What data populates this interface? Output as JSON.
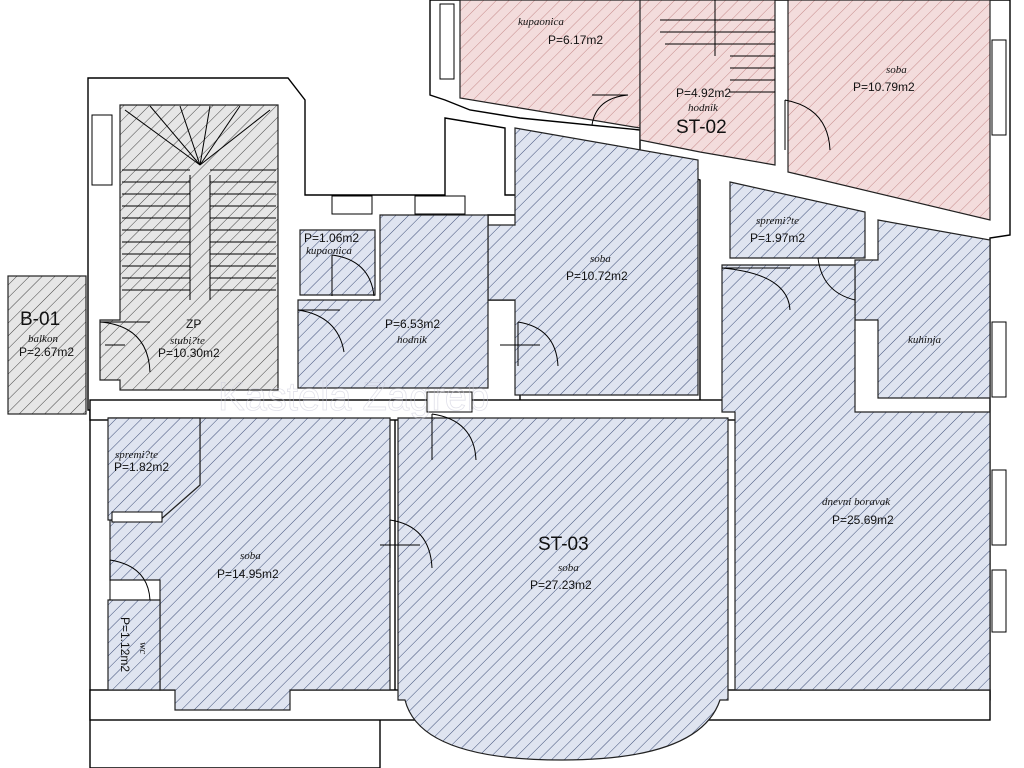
{
  "units": [
    {
      "id": "B-01",
      "label": "B-01"
    },
    {
      "id": "ST-02",
      "label": "ST-02"
    },
    {
      "id": "ST-03",
      "label": "ST-03"
    }
  ],
  "rooms": {
    "kupaonica_top": {
      "name": "kupaonica",
      "area": "P=6.17m2"
    },
    "hodnik_top": {
      "name": "hodnik",
      "area": "P=4.92m2"
    },
    "soba_top_right": {
      "name": "soba",
      "area": "P=10.79m2"
    },
    "balkon": {
      "name": "balkon",
      "area": "P=2.67m2"
    },
    "stubiste": {
      "code": "ZP",
      "name": "stubi?te",
      "area": "P=10.30m2"
    },
    "kupaonica_small": {
      "name": "kupaonica",
      "area": "P=1.06m2"
    },
    "hodnik_mid": {
      "name": "hodnik",
      "area": "P=6.53m2"
    },
    "soba_mid": {
      "name": "soba",
      "area": "P=10.72m2"
    },
    "spremiste_mid": {
      "name": "spremi?te",
      "area": "P=1.97m2"
    },
    "kuhinja": {
      "name": "kuhinja"
    },
    "spremiste_left": {
      "name": "spremi?te",
      "area": "P=1.82m2"
    },
    "soba_left": {
      "name": "soba",
      "area": "P=14.95m2"
    },
    "small_store": {
      "name": "wc",
      "area": "P=1.12m2"
    },
    "soba_main": {
      "name": "soba",
      "area": "P=27.23m2"
    },
    "dnevni": {
      "name": "dnevni boravak",
      "area": "P=25.69m2"
    }
  },
  "watermark": "Kastela Zagreb",
  "colors": {
    "hatch_red": "#c58a8a",
    "fill_red": "#f3dcdc",
    "hatch_blue": "#3f4f78",
    "fill_blue": "#dfe4f0",
    "hatch_dark": "#444444",
    "fill_dark": "#e6e6e6"
  }
}
